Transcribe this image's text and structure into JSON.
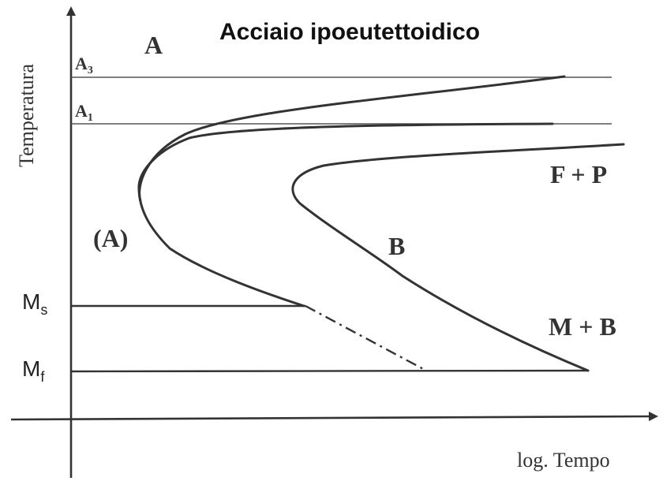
{
  "title": "Acciaio ipoeutettoidico",
  "axes": {
    "y_label": "Temperatura",
    "x_label": "log. Tempo"
  },
  "critical_lines": {
    "a3": {
      "main": "A",
      "sub": "3"
    },
    "a1": {
      "main": "A",
      "sub": "1"
    }
  },
  "martensite_lines": {
    "ms": {
      "main": "M",
      "sub": "s"
    },
    "mf": {
      "main": "M",
      "sub": "f"
    }
  },
  "regions": {
    "austenite": "A",
    "metastable_austenite": "(A)",
    "ferrite_pearlite": "F + P",
    "bainite": "B",
    "martensite_bainite": "M + B"
  },
  "colors": {
    "stroke": "#333333",
    "background": "#ffffff"
  }
}
